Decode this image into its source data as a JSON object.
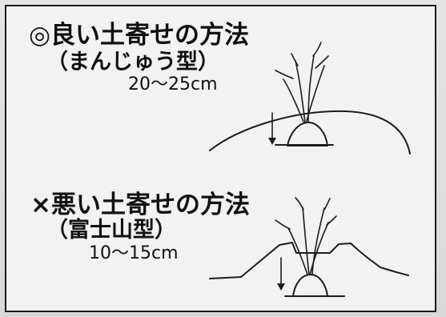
{
  "good_method": {
    "title": "◎良い土寄せの方法",
    "subtitle": "（まんじゅう型）",
    "range": "20～25cm"
  },
  "bad_method": {
    "title": "×悪い土寄せの方法",
    "subtitle": "（富士山型）",
    "range": "10～15cm"
  }
}
